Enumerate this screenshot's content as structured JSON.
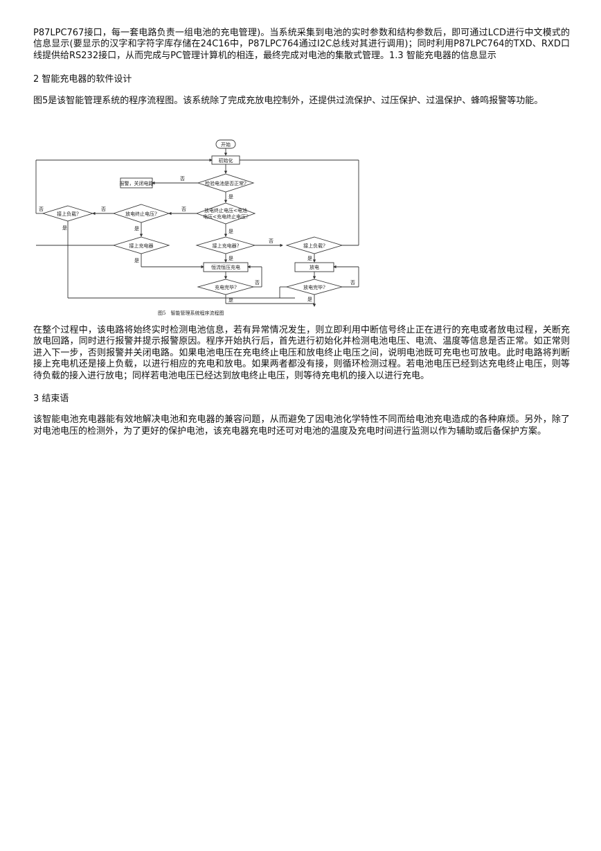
{
  "document": {
    "para1": "P87LPC767接口，每一套电路负责一组电池的充电管理)。当系统采集到电池的实时参数和结构参数后，即可通过LCD进行中文模式的信息显示(要显示的汉字和字符字库存储在24C16中，P87LPC764通过I2C总线对其进行调用)；同时利用P87LPC764的TXD、RXD口线提供给RS232接口，从而完成与PC管理计算机的相连，最终完成对电池的集散式管理。1.3 智能充电器的信息显示",
    "heading2": "2 智能充电器的软件设计",
    "para2": "图5是该智能管理系统的程序流程图。该系统除了完成充放电控制外，还提供过流保护、过压保护、过温保护、蜂鸣报警等功能。",
    "para3": "在整个过程中，该电路将始终实时检测电池信息，若有异常情况发生，则立即利用中断信号终止正在进行的充电或者放电过程，关断充放电回路，同时进行报警并提示报警原因。程序开始执行后，首先进行初始化并检测电池电压、电流、温度等信息是否正常。如正常则进入下一步，否则报警并关闭电路。如果电池电压在充电终止电压和放电终止电压之间，说明电池既可充电也可放电。此时电路将判断接上充电机还是接上负载，以进行相应的充电和放电。如果两者都没有接，则循环检测过程。若电池电压已经到达充电终止电压，则等待负载的接入进行放电；同样若电池电压已经达到放电终止电压，则等待充电机的接入以进行充电。",
    "heading3": "3 结束语",
    "para4": "该智能电池充电器能有效地解决电池和充电器的兼容问题，从而避免了因电池化学特性不同而给电池充电造成的各种麻烦。另外，除了对电池电压的检测外，为了更好的保护电池，该充电器充电时还可对电池的温度及充电时间进行监测以作为辅助或后备保护方案。"
  },
  "flowchart": {
    "start": "开始",
    "init": "初始化",
    "check_normal": "检验电池是否正常?",
    "alarm": "报警，关闭电路",
    "check_voltage_line1": "放电终止电压<电池",
    "check_voltage_line2": "电压<充电终止电压?",
    "discharge_end": "放电终止电压?",
    "load_left": "接上负载?",
    "charger_left": "接上充电器",
    "charger_mid": "接上充电器?",
    "load_right": "接上负载?",
    "charge_const": "恒流恒压充电",
    "discharge": "放电",
    "charge_done": "充电完毕?",
    "discharge_done": "放电完毕?",
    "yes": "是",
    "no": "否",
    "caption": "图5　智能管理系统程序流程图"
  }
}
